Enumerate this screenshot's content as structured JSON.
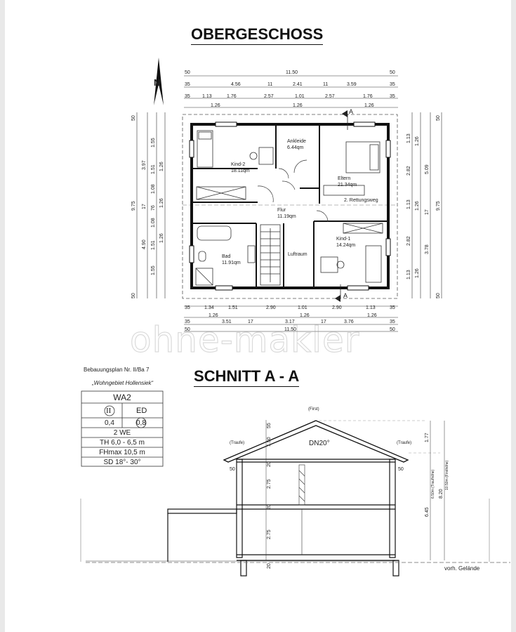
{
  "titles": {
    "floor": "OBERGESCHOSS",
    "section": "SCHNITT  A - A"
  },
  "plan": {
    "rooms": [
      {
        "name": "Kind-2",
        "area": "18.11qm"
      },
      {
        "name": "Ankleide",
        "area": "6.44qm"
      },
      {
        "name": "Eltern",
        "area": "21.34qm"
      },
      {
        "name": "Flur",
        "area": "11.19qm"
      },
      {
        "name": "Bad",
        "area": "11.91qm"
      },
      {
        "name": "Luftraum",
        "area": ""
      },
      {
        "name": "Kind-1",
        "area": "14.24qm"
      }
    ],
    "escape_route": "2. Rettungsweg",
    "section_marker": "A",
    "dims_top_1": "11.50",
    "dims_top_2": [
      "4.56",
      "11",
      "2.41",
      "11",
      "3.59"
    ],
    "dims_top_3": [
      "1.13",
      "1.76",
      "2.57",
      "1.01",
      "2.57",
      "1.76"
    ],
    "dims_top_4": [
      "1.26",
      "1.26",
      "1.26"
    ],
    "dims_bottom_1": [
      "1.34",
      "1.51",
      "2.90",
      "1.01",
      "2.90",
      "1.13"
    ],
    "dims_bottom_2": [
      "1.26",
      "1.26",
      "1.26"
    ],
    "dims_bottom_3": [
      "3.51",
      "17",
      "3.17",
      "17",
      "3.76"
    ],
    "dims_bottom_4": "11.50",
    "dims_left_outer": "9.75",
    "dims_left_mid": [
      "3.97",
      "17",
      "4.90"
    ],
    "dims_left_inner": [
      "1.55",
      "1.51",
      "1.08",
      "76",
      "1.08",
      "1.51",
      "1.55"
    ],
    "dims_left_inner2": [
      "1.26",
      "1.26",
      "1.26"
    ],
    "dims_right_outer": "9.75",
    "dims_right_mid": [
      "5.09",
      "17",
      "3.78"
    ],
    "dims_right_inner": [
      "1.13",
      "2.82",
      "1.13",
      "2.82",
      "1.13"
    ],
    "dims_right_inner2": [
      "1.26",
      "1.26",
      "1.26"
    ],
    "dim_small": [
      "50",
      "35"
    ]
  },
  "bplan": {
    "line1": "Bebauungsplan Nr. II/Ba 7",
    "line2": "„Wohngebiet Hollensiek“",
    "zone": "WA2",
    "storeys": "II",
    "type": "ED",
    "grz": "0,4",
    "gfz": "0,8",
    "units": "2 WE",
    "th": "TH 6,0 - 6,5 m",
    "fh": "FHmax 10,5 m",
    "sd": "SD 18°- 30°"
  },
  "section": {
    "roof_label": "DN20°",
    "first": "(First)",
    "traufe_left": "(Traufe)",
    "traufe_right": "(Traufe)",
    "ground": "vorh. Gelände",
    "dims_left": [
      "55",
      "1.50",
      "20",
      "2.75",
      "20",
      "2.75",
      "20"
    ],
    "dim_50": "50",
    "dims_right": [
      "1.77",
      "6.45",
      "8.20"
    ],
    "th_label": "6.50m (Traufhöhe)",
    "fh_label": "10.50m (Firsthöhe)"
  },
  "watermark": "ohne-makler"
}
